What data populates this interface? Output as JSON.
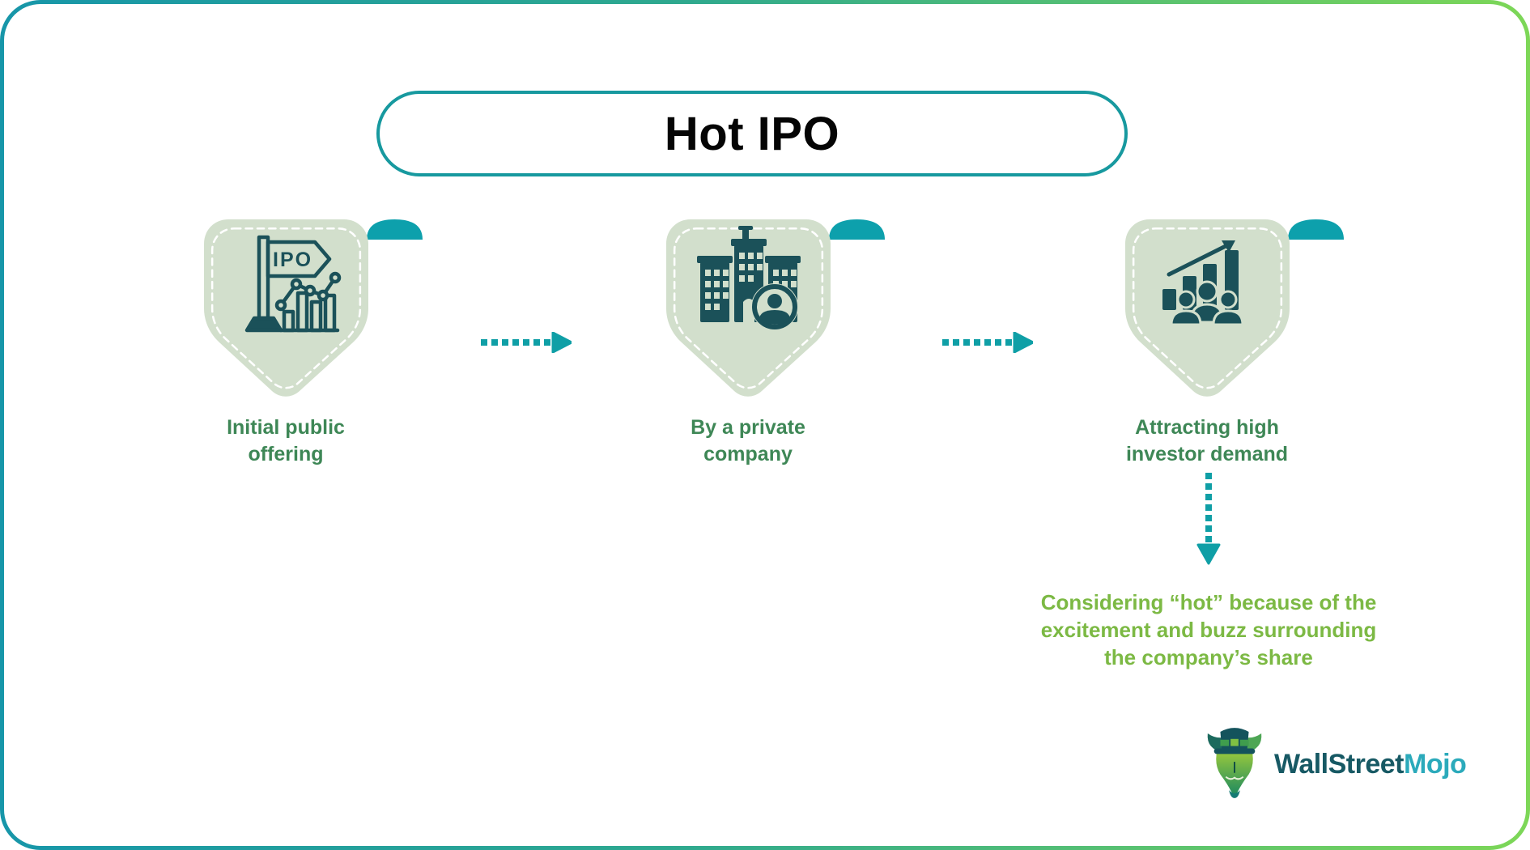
{
  "header": {
    "title": "Hot IPO"
  },
  "steps": [
    {
      "icon": "ipo-signpost-chart-icon",
      "icon_text": "IPO",
      "label": "Initial public offering",
      "lines": [
        "Initial public",
        "offering"
      ]
    },
    {
      "icon": "private-company-buildings-icon",
      "label": "By a private company",
      "lines": [
        "By a private",
        "company"
      ]
    },
    {
      "icon": "investor-demand-growth-icon",
      "label": "Attracting high investor demand",
      "lines": [
        "Attracting high",
        "investor demand"
      ]
    }
  ],
  "note": {
    "lines": [
      "Considering “hot” because of the",
      "excitement and buzz surrounding",
      "the company’s share"
    ]
  },
  "logo": {
    "brand_primary": "WallStreet",
    "brand_secondary": "Mojo"
  },
  "colors": {
    "frame_gradient_start": "#1796a9",
    "frame_gradient_end": "#7dd757",
    "title_pill_border": "#17999f",
    "badge_fill": "#d2dfcc",
    "corner_tab_teal": "#0da0ac",
    "icon_dark_teal": "#1b5159",
    "label_green": "#3e8756",
    "note_green": "#7cb944",
    "arrow_teal": "#0f9fa6",
    "logo_dark": "#175964",
    "logo_teal": "#2baabb"
  }
}
